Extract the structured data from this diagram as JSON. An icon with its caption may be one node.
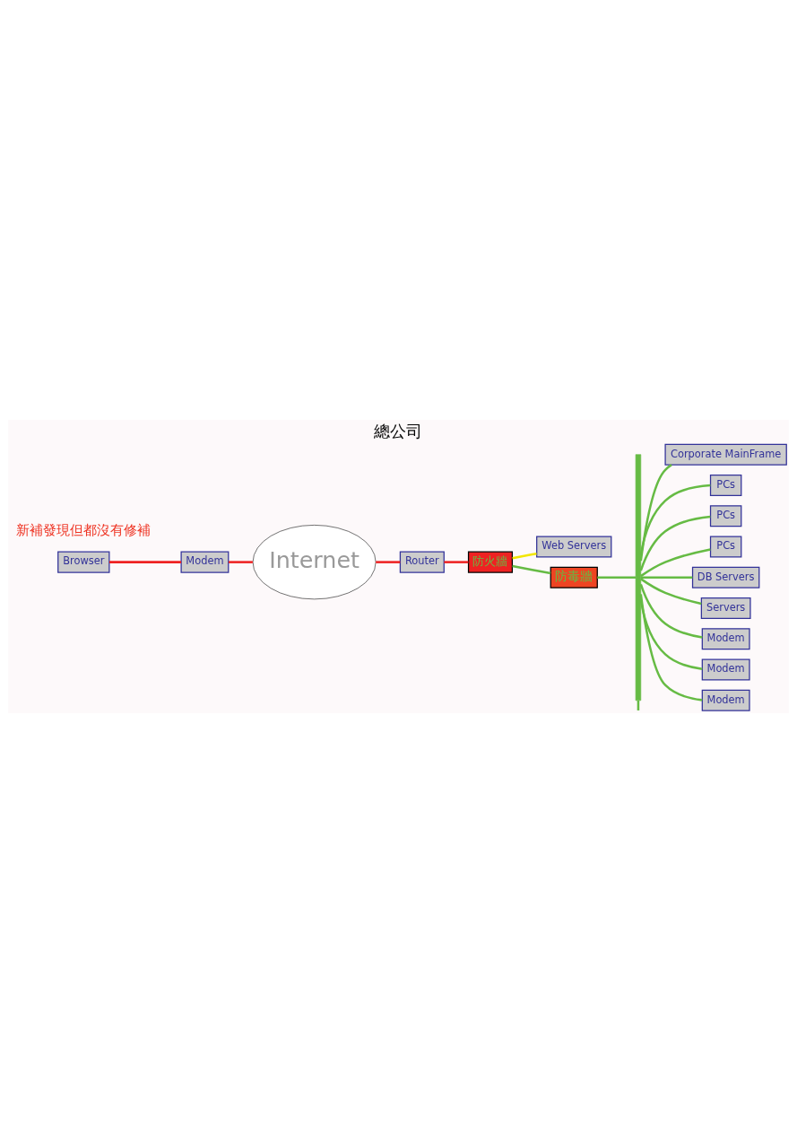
{
  "diagram": {
    "title": "總公司",
    "nodes": [
      {
        "text": [
          "Browser"
        ]
      },
      {
        "text": [
          "Modem"
        ]
      },
      {
        "text": [
          "Internet"
        ]
      },
      {
        "text": [
          "Router"
        ]
      },
      {
        "text": [
          "防火牆"
        ]
      },
      {
        "text": [
          "Web Servers"
        ]
      },
      {
        "text": [
          "防毒牆"
        ]
      },
      {
        "text": [],
        "shape": "bar"
      },
      {
        "text": [
          "Corporate MainFrame"
        ]
      },
      {
        "text": [
          "PCs"
        ]
      },
      {
        "text": [
          "PCs"
        ]
      },
      {
        "text": [
          "PCs"
        ]
      },
      {
        "text": [
          "DB Servers"
        ]
      },
      {
        "text": [
          "Servers"
        ]
      },
      {
        "text": [
          "Modem"
        ]
      },
      {
        "text": [
          "Modem"
        ]
      },
      {
        "text": [
          "Modem"
        ]
      }
    ],
    "edges": [
      {
        "from": 0,
        "to": 1,
        "arrow": "none",
        "color": "#ee2222"
      },
      {
        "from": 1,
        "to": 2,
        "arrow": "none",
        "color": "#ee2222"
      },
      {
        "from": 2,
        "to": 3,
        "arrow": "none",
        "color": "#ee2222"
      },
      {
        "from": 3,
        "to": 4,
        "arrow": "none",
        "color": "#ee2222"
      },
      {
        "from": 4,
        "to": 5,
        "arrow": "none",
        "color": "#f2e600"
      },
      {
        "from": 4,
        "to": 6,
        "arrow": "none"
      },
      {
        "from": 6,
        "to": 7,
        "arrow": "none"
      },
      {
        "from": 7,
        "to": 8,
        "arrow": "none"
      },
      {
        "from": 7,
        "to": 9,
        "arrow": "none"
      },
      {
        "from": 7,
        "to": 10,
        "arrow": "none"
      },
      {
        "from": 7,
        "to": 11,
        "arrow": "none"
      },
      {
        "from": 7,
        "to": null,
        "arrow": "none"
      },
      {
        "from": 7,
        "to": 12,
        "arrow": "none"
      },
      {
        "from": 7,
        "to": 13,
        "arrow": "none"
      },
      {
        "from": 7,
        "to": 14,
        "arrow": "none"
      },
      {
        "from": 7,
        "to": 15,
        "arrow": "none"
      },
      {
        "from": 7,
        "to": 16,
        "arrow": "none"
      }
    ],
    "labels": [
      "新補發現但都沒有修補"
    ]
  }
}
